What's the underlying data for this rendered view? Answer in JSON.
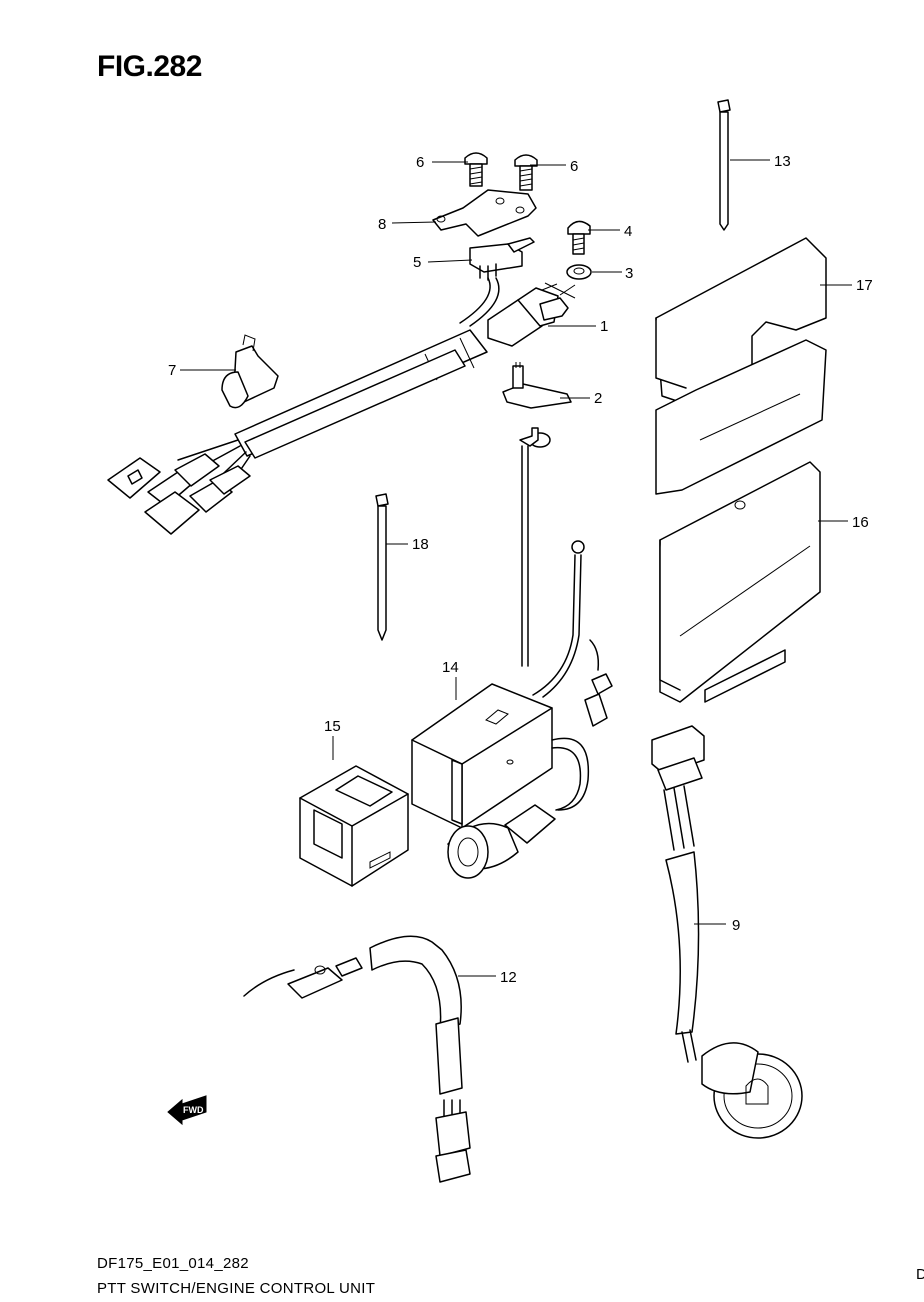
{
  "figure": {
    "title": "FIG.282"
  },
  "callouts": {
    "c1": "1",
    "c2": "2",
    "c3": "3",
    "c4": "4",
    "c5": "5",
    "c6a": "6",
    "c6b": "6",
    "c7": "7",
    "c8": "8",
    "c9": "9",
    "c12": "12",
    "c13": "13",
    "c14": "14",
    "c15": "15",
    "c16": "16",
    "c17": "17",
    "c18": "18"
  },
  "fwd_arrow": {
    "label": "FWD"
  },
  "footer": {
    "code": "DF175_E01_014_282",
    "name": "PTT SWITCH/ENGINE CONTROL UNIT",
    "edge_glyph": "D"
  }
}
